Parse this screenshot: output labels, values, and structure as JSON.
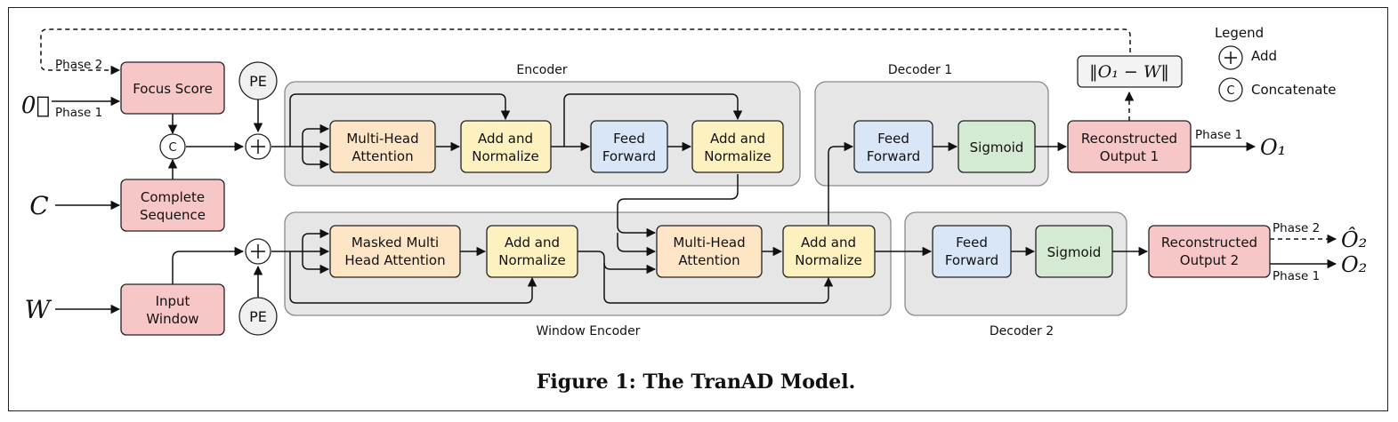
{
  "caption": "Figure 1: The TranAD Model.",
  "groups": {
    "encoder": "Encoder",
    "window_encoder": "Window Encoder",
    "decoder1": "Decoder 1",
    "decoder2": "Decoder 2"
  },
  "inputs": {
    "zero_vector": "0⃗",
    "c": "C",
    "w": "W"
  },
  "blocks": {
    "focus_score": [
      "Focus Score"
    ],
    "complete_sequence": [
      "Complete",
      "Sequence"
    ],
    "input_window": [
      "Input",
      "Window"
    ],
    "enc_mha": [
      "Multi-Head",
      "Attention"
    ],
    "enc_addnorm1": [
      "Add and",
      "Normalize"
    ],
    "enc_ff": [
      "Feed",
      "Forward"
    ],
    "enc_addnorm2": [
      "Add and",
      "Normalize"
    ],
    "win_mmha": [
      "Masked Multi",
      "Head Attention"
    ],
    "win_addnorm1": [
      "Add and",
      "Normalize"
    ],
    "win_mha": [
      "Multi-Head",
      "Attention"
    ],
    "win_addnorm2": [
      "Add and",
      "Normalize"
    ],
    "dec1_ff": [
      "Feed",
      "Forward"
    ],
    "dec1_sigmoid": [
      "Sigmoid"
    ],
    "dec2_ff": [
      "Feed",
      "Forward"
    ],
    "dec2_sigmoid": [
      "Sigmoid"
    ],
    "recon1": [
      "Reconstructed",
      "Output 1"
    ],
    "recon2": [
      "Reconstructed",
      "Output 2"
    ]
  },
  "symbols": {
    "pe": "PE",
    "concat": "C",
    "norm_expr": "‖O₁ − W‖"
  },
  "phases": {
    "phase1": "Phase 1",
    "phase2": "Phase 2"
  },
  "outputs": {
    "o1": "O₁",
    "o2": "O₂",
    "o2_hat": "Ô₂"
  },
  "legend": {
    "title": "Legend",
    "add": "Add",
    "concat": "Concatenate",
    "concat_symbol": "C"
  },
  "colors": {
    "input_block": "#f7c6c7",
    "attention": "#fde5c6",
    "add_normalize": "#fdf1c0",
    "feed_forward": "#d9e6f8",
    "sigmoid": "#d5ead2",
    "group_background": "#e6e6e6"
  }
}
